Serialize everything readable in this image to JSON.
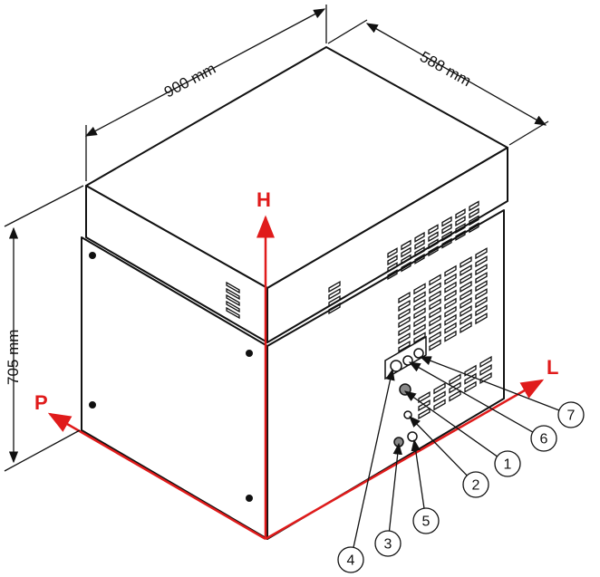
{
  "dimensions": {
    "width": "900 mm",
    "depth": "588 mm",
    "height": "705 mm"
  },
  "axes": {
    "h": "H",
    "l": "L",
    "p": "P"
  },
  "callouts": [
    "1",
    "2",
    "3",
    "4",
    "5",
    "6",
    "7"
  ],
  "colors": {
    "axis": "#e01b1b",
    "line": "#111111",
    "fill": "#ffffff"
  }
}
